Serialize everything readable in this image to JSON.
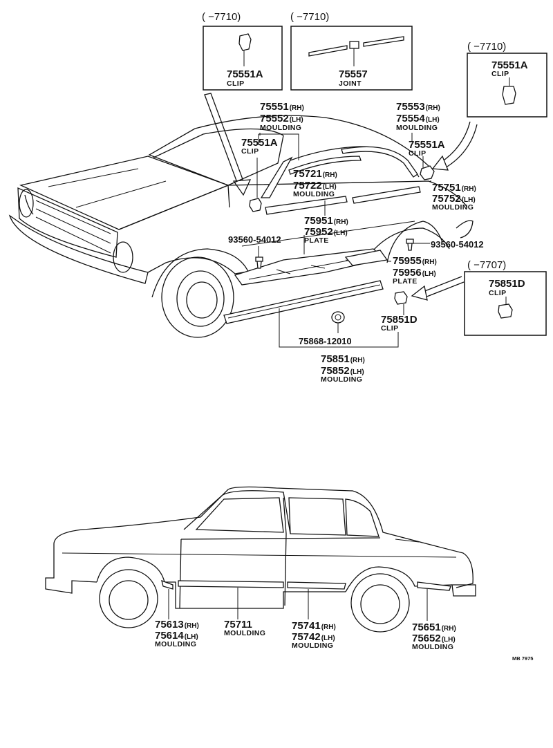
{
  "callouts": {
    "box1": {
      "range": "(      −7710)",
      "part": "75551A",
      "name": "CLIP"
    },
    "box2": {
      "range": "(      −7710)",
      "part": "75557",
      "name": "JOINT"
    },
    "box3": {
      "range": "(      −7710)",
      "part": "75551A",
      "name": "CLIP"
    },
    "box4": {
      "range": "(      −7707)",
      "part": "75851D",
      "name": "CLIP"
    }
  },
  "labels": {
    "l1": {
      "p1": "75551",
      "s1": "(RH)",
      "p2": "75552",
      "s2": "(LH)",
      "name": "MOULDING"
    },
    "l2": {
      "p1": "75553",
      "s1": "(RH)",
      "p2": "75554",
      "s2": "(LH)",
      "name": "MOULDING"
    },
    "l3": {
      "part": "75551A",
      "name": "CLIP"
    },
    "l4": {
      "part": "75551A",
      "name": "CLIP"
    },
    "l5": {
      "p1": "75721",
      "s1": "(RH)",
      "p2": "75722",
      "s2": "(LH)",
      "name": "MOULDING"
    },
    "l6": {
      "p1": "75751",
      "s1": "(RH)",
      "p2": "75752",
      "s2": "(LH)",
      "name": "MOULDING"
    },
    "l7": {
      "p1": "75951",
      "s1": "(RH)",
      "p2": "75952",
      "s2": "(LH)",
      "name": "PLATE"
    },
    "l8": {
      "part": "93560-54012"
    },
    "l9": {
      "part": "93560-54012"
    },
    "l10": {
      "p1": "75955",
      "s1": "(RH)",
      "p2": "75956",
      "s2": "(LH)",
      "name": "PLATE"
    },
    "l11": {
      "part": "75851D",
      "name": "CLIP"
    },
    "l12": {
      "part": "75868-12010"
    },
    "l13": {
      "p1": "75851",
      "s1": "(RH)",
      "p2": "75852",
      "s2": "(LH)",
      "name": "MOULDING"
    },
    "l14": {
      "p1": "75613",
      "s1": "(RH)",
      "p2": "75614",
      "s2": "(LH)",
      "name": "MOULDING"
    },
    "l15": {
      "part": "75711",
      "name": "MOULDING"
    },
    "l16": {
      "p1": "75741",
      "s1": "(RH)",
      "p2": "75742",
      "s2": "(LH)",
      "name": "MOULDING"
    },
    "l17": {
      "p1": "75651",
      "s1": "(RH)",
      "p2": "75652",
      "s2": "(LH)",
      "name": "MOULDING"
    }
  },
  "footer": {
    "code": "MB 7975"
  }
}
